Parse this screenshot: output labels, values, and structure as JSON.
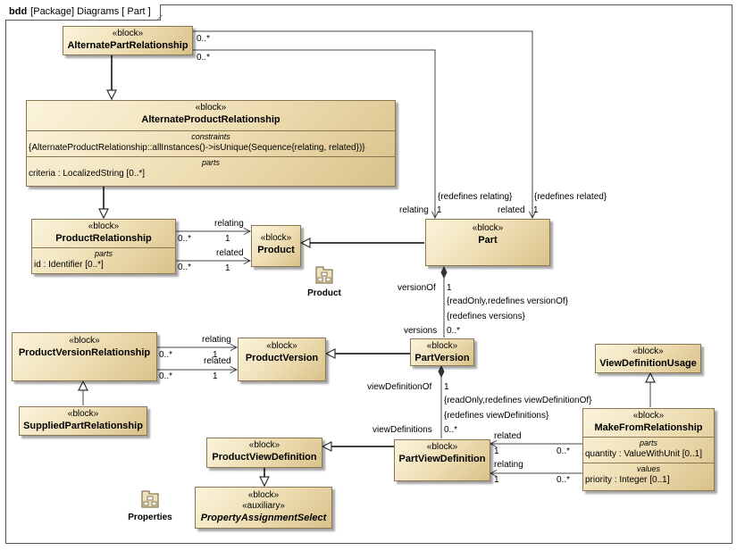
{
  "frame": {
    "kind": "bdd",
    "title": "[Package] Diagrams [ Part ]"
  },
  "blocks": {
    "alternate_part_relationship": {
      "stereotype": "«block»",
      "name": "AlternatePartRelationship"
    },
    "alternate_product_relationship": {
      "stereotype": "«block»",
      "name": "AlternateProductRelationship",
      "constraints_header": "constraints",
      "constraint": "{AlternateProductRelationship::allInstances()->isUnique(Sequence{relating, related})}",
      "parts_header": "parts",
      "part": "criteria : LocalizedString [0..*]"
    },
    "product_relationship": {
      "stereotype": "«block»",
      "name": "ProductRelationship",
      "parts_header": "parts",
      "part": "id : Identifier [0..*]"
    },
    "product": {
      "stereotype": "«block»",
      "name": "Product"
    },
    "part": {
      "stereotype": "«block»",
      "name": "Part"
    },
    "product_version_relationship": {
      "stereotype": "«block»",
      "name": "ProductVersionRelationship"
    },
    "product_version": {
      "stereotype": "«block»",
      "name": "ProductVersion"
    },
    "part_version": {
      "stereotype": "«block»",
      "name": "PartVersion"
    },
    "supplied_part_relationship": {
      "stereotype": "«block»",
      "name": "SuppliedPartRelationship"
    },
    "view_definition_usage": {
      "stereotype": "«block»",
      "name": "ViewDefinitionUsage"
    },
    "make_from_relationship": {
      "stereotype": "«block»",
      "name": "MakeFromRelationship",
      "parts_header": "parts",
      "part": "quantity : ValueWithUnit [0..1]",
      "values_header": "values",
      "value": "priority : Integer [0..1]"
    },
    "product_view_definition": {
      "stereotype": "«block»",
      "name": "ProductViewDefinition"
    },
    "part_view_definition": {
      "stereotype": "«block»",
      "name": "PartViewDefinition"
    },
    "property_assignment_select": {
      "stereotype": "«block»",
      "stereotype2": "«auxiliary»",
      "name": "PropertyAssignmentSelect"
    }
  },
  "packages": {
    "product": "Product",
    "properties": "Properties"
  },
  "labels": {
    "apr_mult_top": "0..*",
    "apr_mult_bottom": "0..*",
    "redefines_relating": "{redefines relating}",
    "redefines_related": "{redefines related}",
    "part_relating": "relating",
    "part_relating_mult": "1",
    "part_related": "related",
    "part_related_mult": "1",
    "pr_relating": "relating",
    "pr_relating_src_mult": "0..*",
    "pr_relating_tgt_mult": "1",
    "pr_related": "related",
    "pr_related_src_mult": "0..*",
    "pr_related_tgt_mult": "1",
    "version_of": "versionOf",
    "version_of_mult": "1",
    "readonly_version_of": "{readOnly,redefines versionOf}",
    "redefines_versions": "{redefines versions}",
    "versions": "versions",
    "versions_mult": "0..*",
    "pvr_relating": "relating",
    "pvr_relating_src_mult": "0..*",
    "pvr_relating_tgt_mult": "1",
    "pvr_related": "related",
    "pvr_related_src_mult": "0..*",
    "pvr_related_tgt_mult": "1",
    "view_definition_of": "viewDefinitionOf",
    "view_definition_of_mult": "1",
    "readonly_view_def_of": "{readOnly,redefines viewDefinitionOf}",
    "redefines_view_defs": "{redefines viewDefinitions}",
    "view_definitions": "viewDefinitions",
    "view_definitions_mult": "0..*",
    "mfr_related": "related",
    "mfr_related_tgt_mult": "1",
    "mfr_related_src_mult": "0..*",
    "mfr_relating": "relating",
    "mfr_relating_tgt_mult": "1",
    "mfr_relating_src_mult": "0..*"
  }
}
